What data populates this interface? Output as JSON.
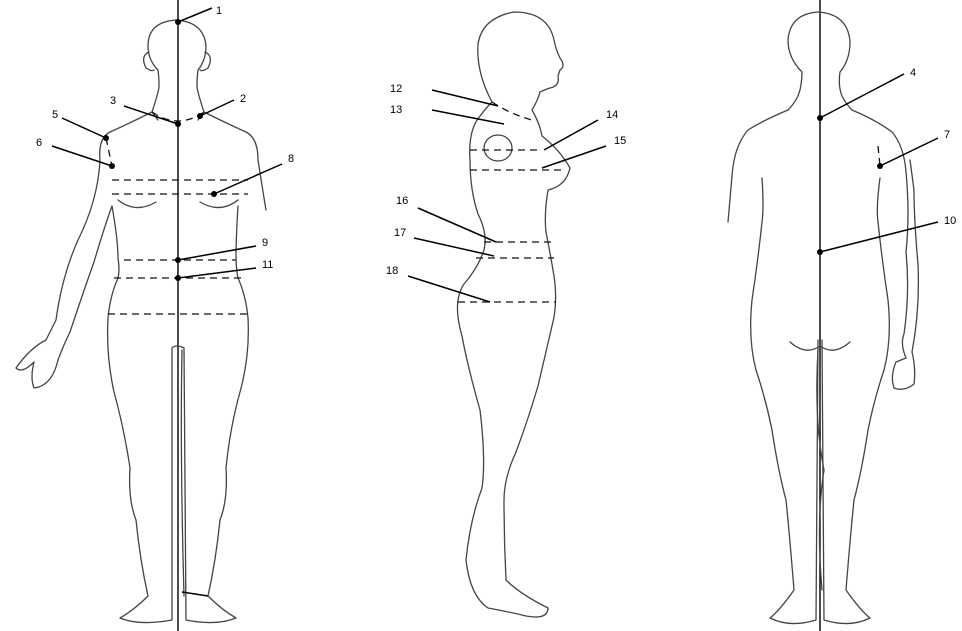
{
  "figure": {
    "views": [
      "front-view",
      "side-view",
      "back-view"
    ],
    "labels": {
      "l1": "1",
      "l2": "2",
      "l3": "3",
      "l4": "4",
      "l5": "5",
      "l6": "6",
      "l7": "7",
      "l8": "8",
      "l9": "9",
      "l10": "10",
      "l11": "11",
      "l12": "12",
      "l13": "13",
      "l14": "14",
      "l15": "15",
      "l16": "16",
      "l17": "17",
      "l18": "18"
    }
  }
}
